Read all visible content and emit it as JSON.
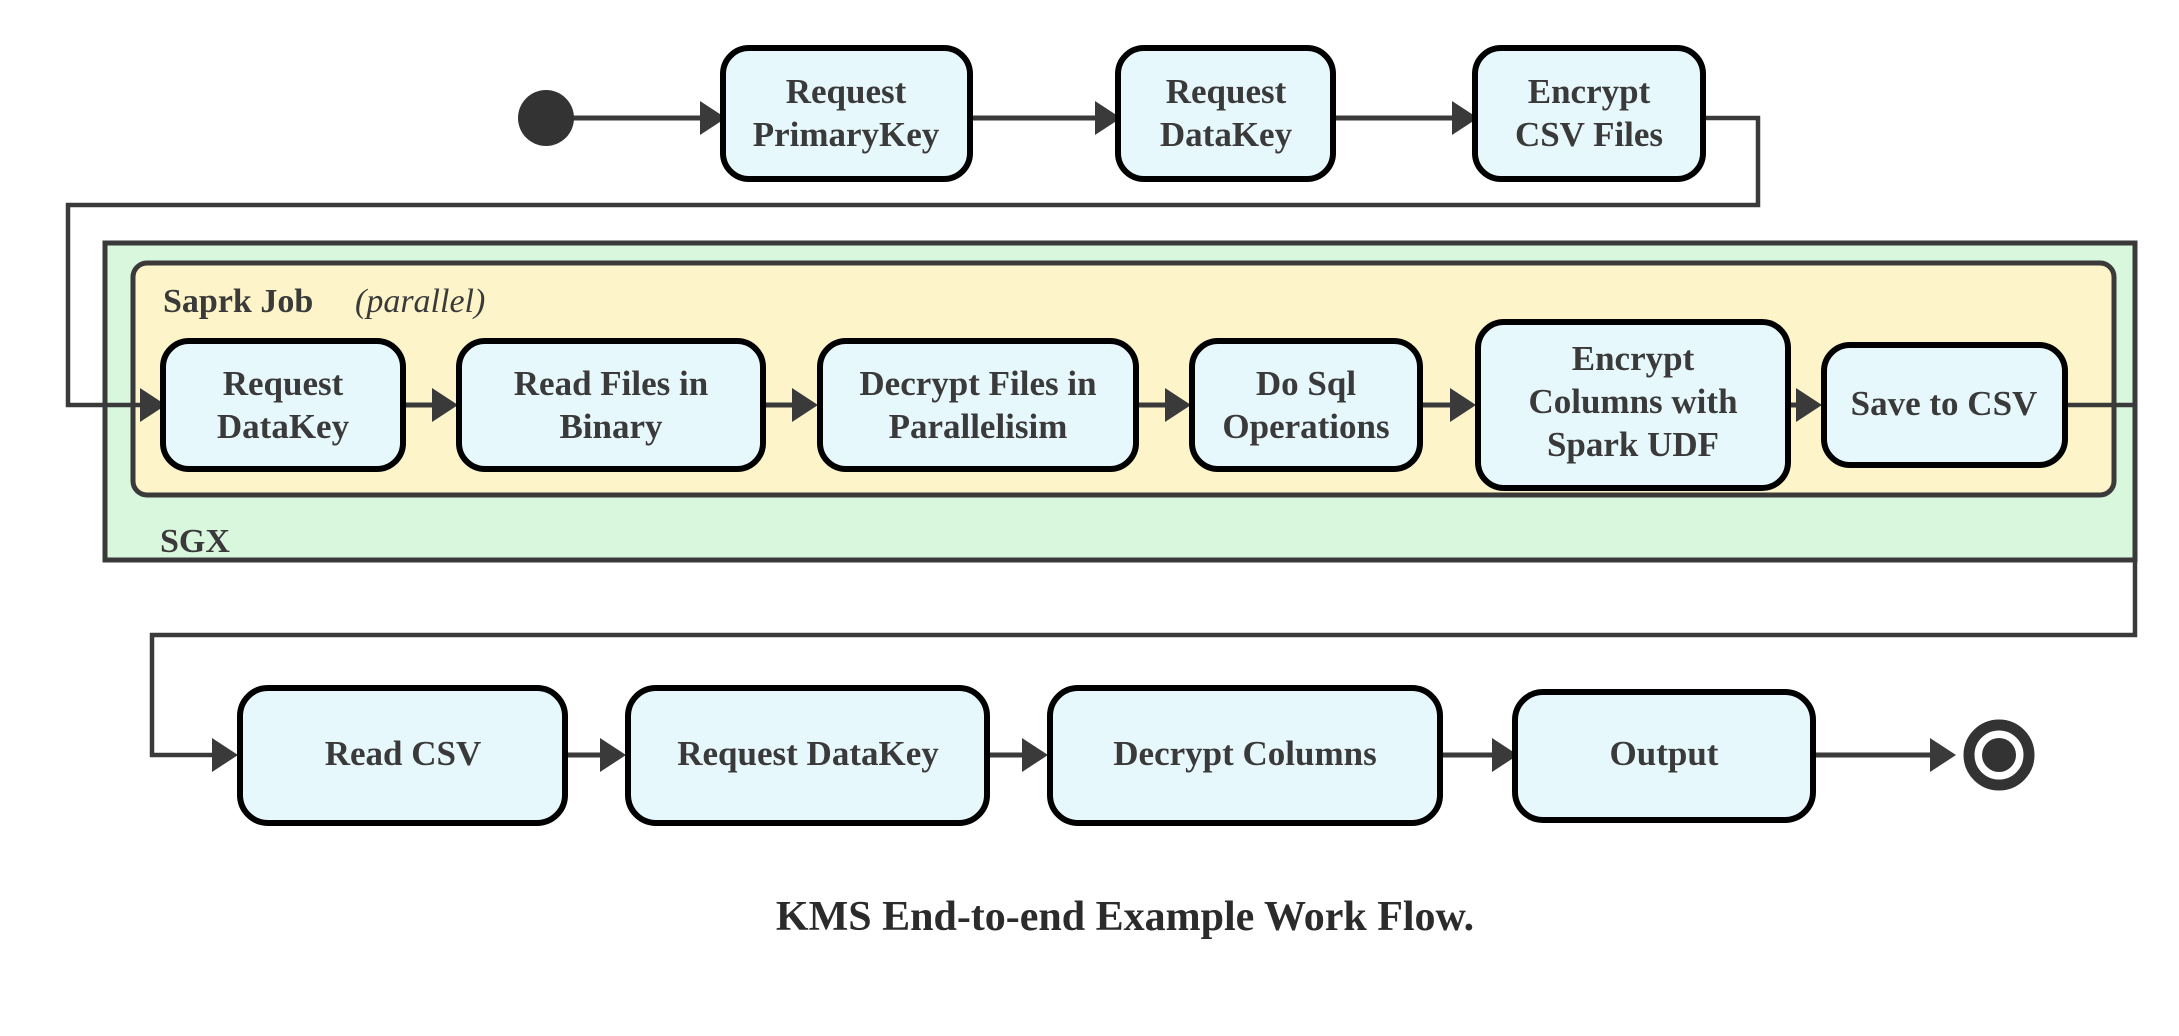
{
  "caption": "KMS End-to-end Example Work Flow.",
  "colors": {
    "node_fill": "#e7f8fd",
    "node_stroke": "#000000",
    "outer_group_fill": "#d9f7dd",
    "inner_group_fill": "#fdf5c9",
    "group_stroke": "#3a3a3a",
    "connector": "#3a3a3a",
    "text": "#3a3a3a",
    "page_background": "#ffffff"
  },
  "groups": {
    "outer": {
      "label": "SGX"
    },
    "inner": {
      "label": "Saprk Job",
      "qualifier": "(parallel)",
      "qualifier_open": "(",
      "qualifier_word": "parallel",
      "qualifier_close": ")"
    }
  },
  "markers": {
    "start": "start-state-dot",
    "end": "end-state-bullseye"
  },
  "rows": {
    "top": {
      "nodes": [
        {
          "id": "request-primarykey",
          "lines": [
            "Request",
            "PrimaryKey"
          ]
        },
        {
          "id": "request-datakey-top",
          "lines": [
            "Request",
            "DataKey"
          ]
        },
        {
          "id": "encrypt-csv-files",
          "lines": [
            "Encrypt",
            "CSV Files"
          ]
        }
      ]
    },
    "middle": {
      "nodes": [
        {
          "id": "request-datakey-spark",
          "lines": [
            "Request",
            "DataKey"
          ]
        },
        {
          "id": "read-files-in-binary",
          "lines": [
            "Read Files in",
            "Binary"
          ]
        },
        {
          "id": "decrypt-files-in-parallelisim",
          "lines": [
            "Decrypt Files in",
            "Parallelisim"
          ]
        },
        {
          "id": "do-sql-operations",
          "lines": [
            "Do Sql",
            "Operations"
          ]
        },
        {
          "id": "encrypt-columns-with-spark-udf",
          "lines": [
            "Encrypt",
            "Columns with",
            "Spark UDF"
          ]
        },
        {
          "id": "save-to-csv",
          "lines": [
            "Save to CSV"
          ]
        }
      ]
    },
    "bottom": {
      "nodes": [
        {
          "id": "read-csv",
          "lines": [
            "Read CSV"
          ]
        },
        {
          "id": "request-datakey-bottom",
          "lines": [
            "Request DataKey"
          ]
        },
        {
          "id": "decrypt-columns",
          "lines": [
            "Decrypt Columns"
          ]
        },
        {
          "id": "output",
          "lines": [
            "Output"
          ]
        }
      ]
    }
  },
  "flow_sequence": [
    "start",
    "Request PrimaryKey",
    "Request DataKey",
    "Encrypt CSV Files",
    "Request DataKey",
    "Read Files in Binary",
    "Decrypt Files in Parallelisim",
    "Do Sql Operations",
    "Encrypt Columns with Spark UDF",
    "Save to CSV",
    "Read CSV",
    "Request DataKey",
    "Decrypt Columns",
    "Output",
    "end"
  ]
}
